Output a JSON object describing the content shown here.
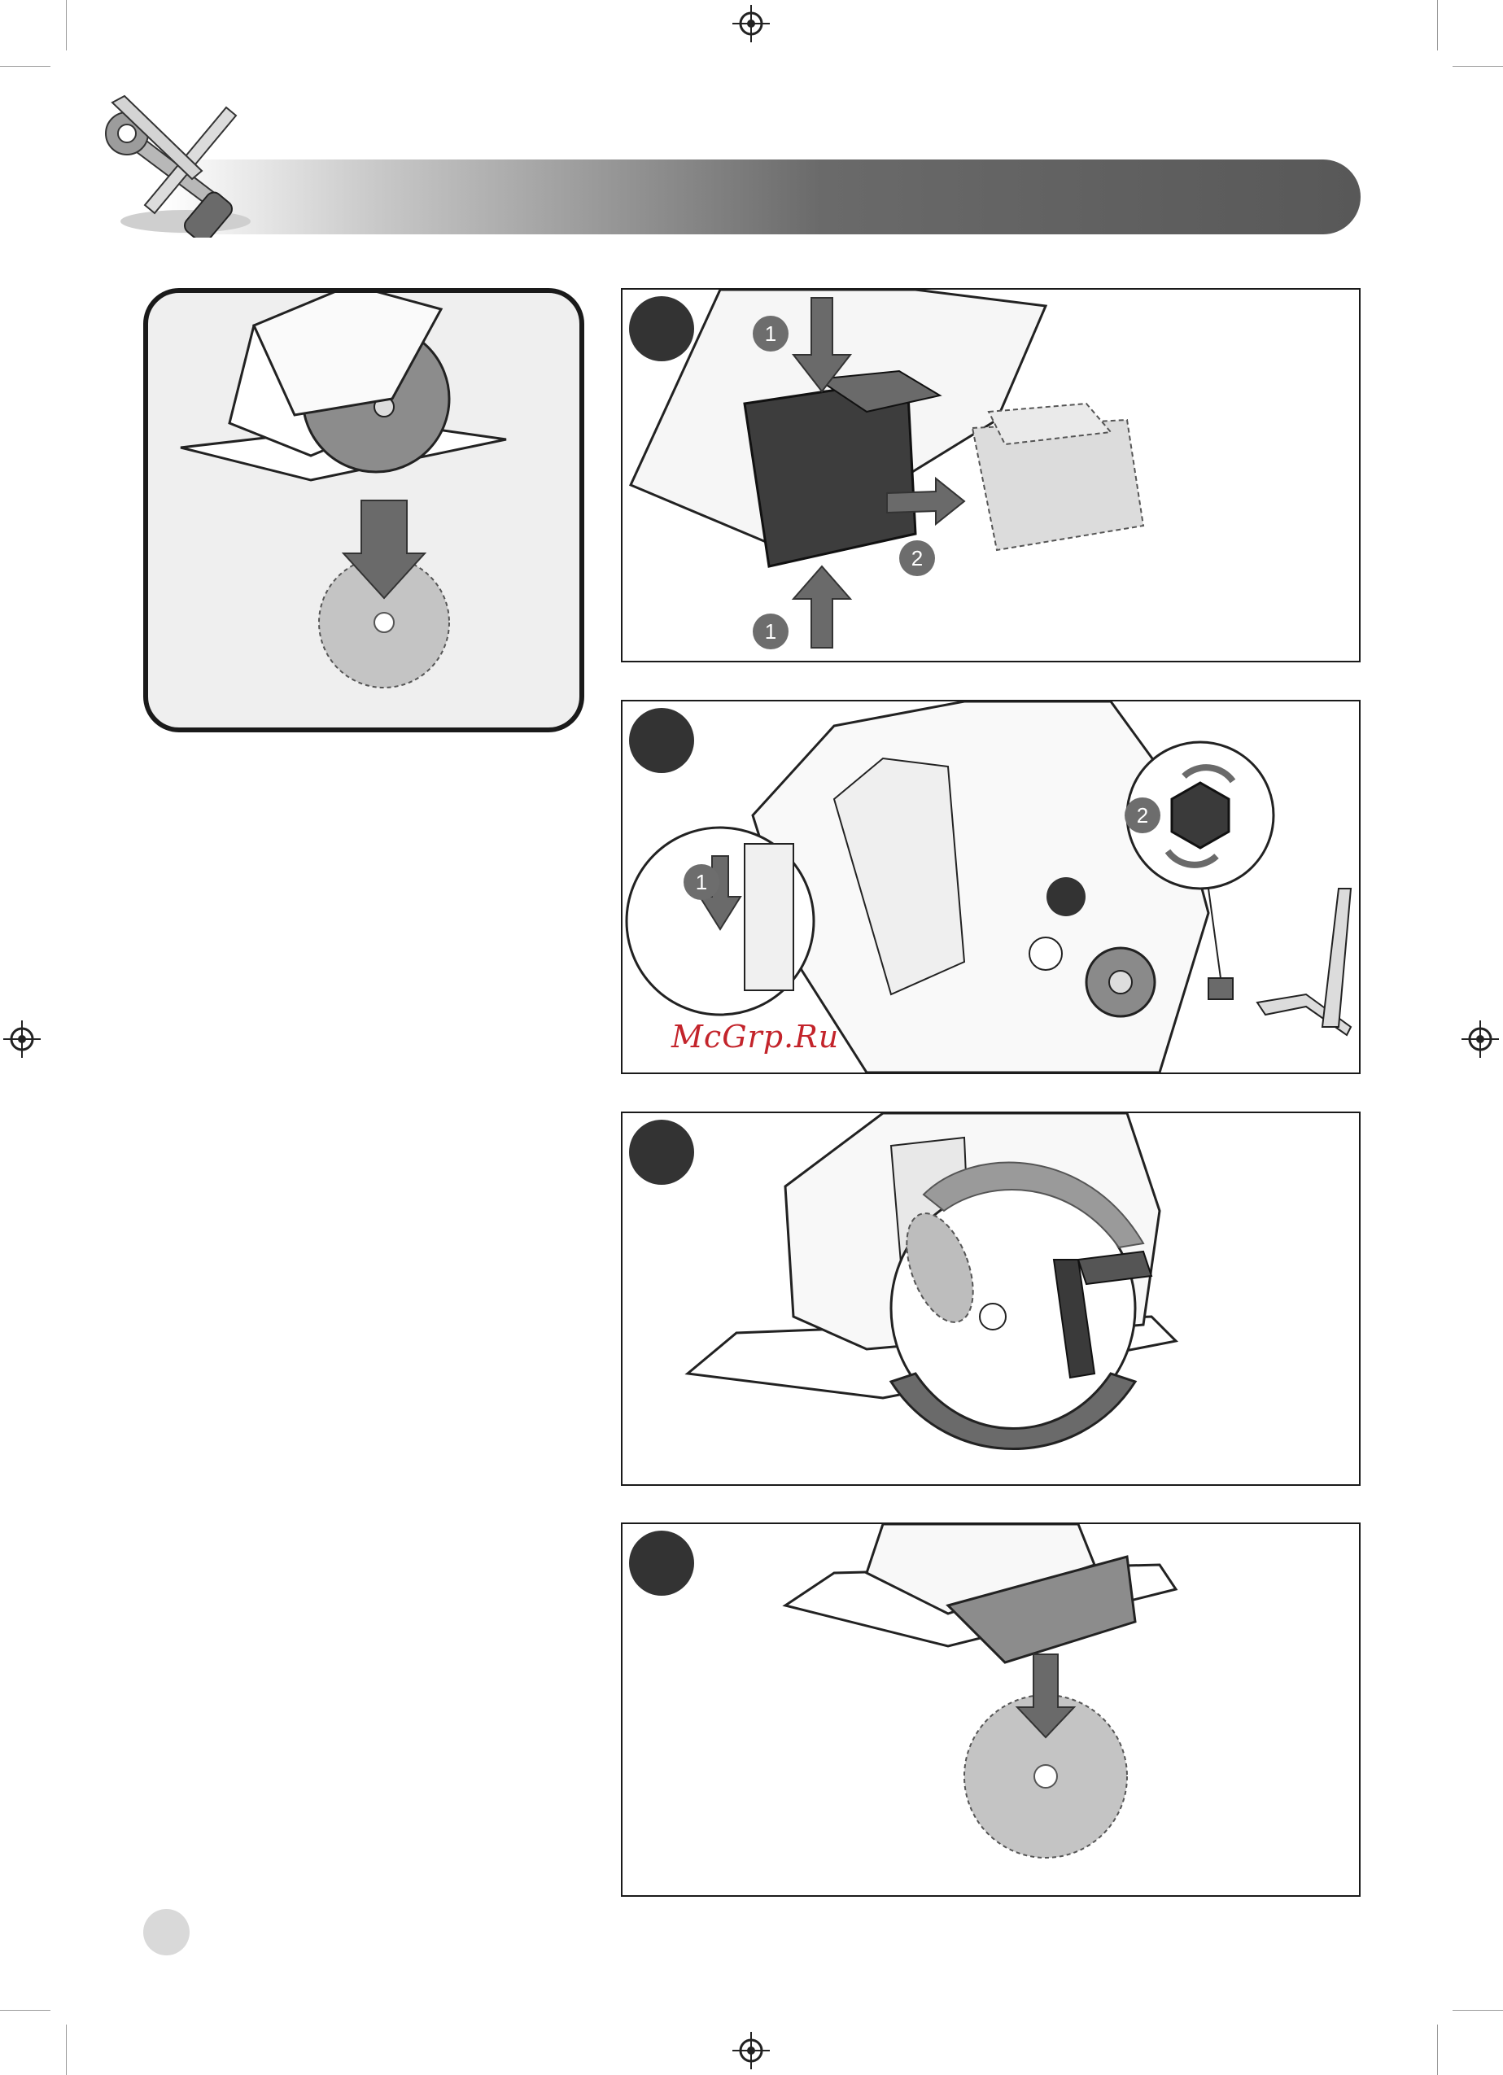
{
  "colors": {
    "header_dark": "#5a5a5a",
    "header_light": "#ffffff",
    "ink": "#1a1a1a",
    "callout_grey": "#6d6d6d",
    "watermark_red": "#c3242b"
  },
  "header": {
    "icon": "screwdriver-wrench-icon"
  },
  "overview": {
    "icon": "saw-blade-removal-illustration"
  },
  "steps": [
    {
      "callouts": [
        "1",
        "2",
        "1"
      ]
    },
    {
      "callouts": [
        "1",
        "2"
      ]
    },
    {
      "callouts": []
    },
    {
      "callouts": []
    }
  ],
  "watermark": "McGrp.Ru"
}
